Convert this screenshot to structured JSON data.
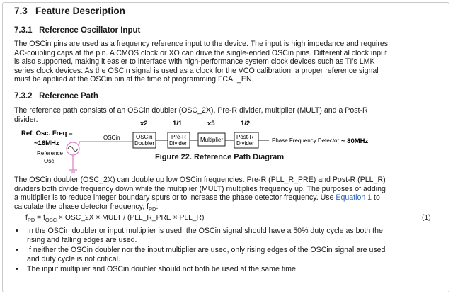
{
  "section": {
    "number": "7.3",
    "title": "Feature Description"
  },
  "subsection1": {
    "number": "7.3.1",
    "title": "Reference Oscillator Input",
    "lines": [
      "The OSCin pins are used as a frequency reference input to the device. The input is high impedance and requires",
      "AC-coupling caps at the pin. A CMOS clock or XO can drive the single-ended OSCin pins. Differential clock input",
      "is also supported, making it easier to interface with high-performance system clock devices such as TI’s LMK",
      "series clock devices. As the OSCin signal is used as a clock for the VCO calibration, a proper reference signal",
      "must be applied at the OSCin pin at the time of programming FCAL_EN."
    ]
  },
  "subsection2": {
    "number": "7.3.2",
    "title": "Reference Path",
    "lines": [
      "The reference path consists of an OSCin doubler (OSC_2X), Pre-R divider, multiplier (MULT) and a Post-R",
      "divider."
    ]
  },
  "diagram": {
    "ref_label": [
      "Ref. Osc. Freq =",
      "~16MHz"
    ],
    "osc_label": [
      "Reference",
      "Osc."
    ],
    "oscin_label": "OSCin",
    "blocks": [
      {
        "factor": "x2",
        "lines": [
          "OSCin",
          "Doubler"
        ]
      },
      {
        "factor": "1/1",
        "lines": [
          "Pre-R",
          "Divider"
        ]
      },
      {
        "factor": "x5",
        "lines": [
          "Multiplier"
        ]
      },
      {
        "factor": "1/2",
        "lines": [
          "Post-R",
          "Divider"
        ]
      }
    ],
    "output_label": "Phase Frequency Detector",
    "output_freq": "~ 80MHz",
    "caption": "Figure 22.  Reference Path Diagram"
  },
  "body": {
    "lines_before_link": [
      "The OSCin doubler (OSC_2X) can double up low OSCin frequencies. Pre-R (PLL_R_PRE) and Post-R (PLL_R)",
      "dividers both divide frequency down while the multiplier (MULT) multiplies frequency up. The purposes of adding"
    ],
    "line3_pre": "a multiplier is to reduce integer boundary spurs or to increase the phase detector frequency. Use ",
    "line3_link": "Equation 1",
    "line3_post": " to",
    "line4": "calculate the phase detector frequency, f",
    "line4_sub": "PD",
    "line4_end": ":"
  },
  "equation": {
    "lhs": "f",
    "lhs_sub": "PD",
    "mid": " = f",
    "mid_sub": "OSC",
    "rhs": " × OSC_2X × MULT / (PLL_R_PRE × PLL_R)",
    "number": "(1)"
  },
  "bullets": [
    {
      "line1": "In the OSCin doubler or input multiplier is used, the OSCin signal should have a 50% duty cycle as both the",
      "line2": "rising and falling edges are used."
    },
    {
      "line1": "If neither the OSCin doubler nor the input multiplier are used, only rising edges of the OSCin signal are used",
      "line2": "and duty cycle is not critical."
    },
    {
      "line1": "The input multiplier and OSCin doubler should not both be used at the same time.",
      "line2": ""
    }
  ],
  "colors": {
    "accent_red": "#e0403a",
    "link_blue": "#2b63c2",
    "wire_pink": "#d97fc6",
    "text": "#1a1a1a"
  }
}
